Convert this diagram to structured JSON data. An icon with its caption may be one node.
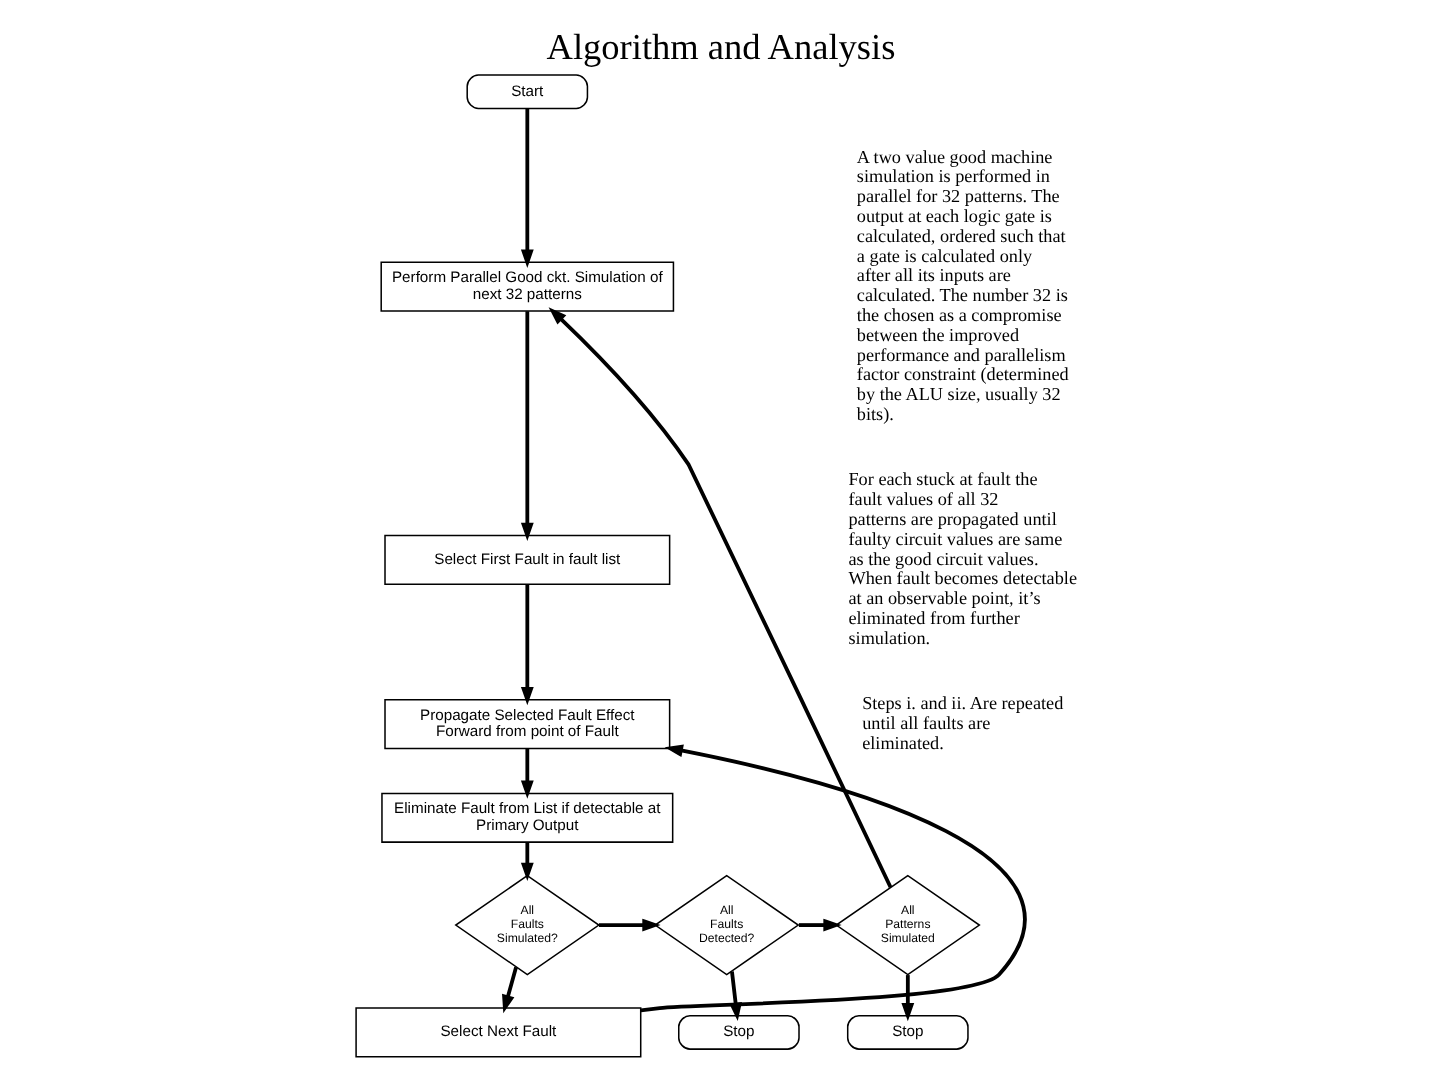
{
  "diagram": {
    "title": "Algorithm and Analysis",
    "nodes": [
      {
        "text": [
          "Start"
        ]
      },
      {
        "text": [
          "Perform Parallel Good ckt. Simulation of next 32 patterns"
        ]
      },
      {
        "text": [
          "Select First Fault in fault list"
        ]
      },
      {
        "text": [
          "Propagate Selected Fault Effect Forward from point of Fault"
        ]
      },
      {
        "text": [
          "Eliminate Fault from List if detectable at Primary Output"
        ]
      },
      {
        "text": [
          "All Faults Simulated?"
        ]
      },
      {
        "text": [
          "All Faults Detected?"
        ]
      },
      {
        "text": [
          "All Patterns Simulated"
        ]
      },
      {
        "text": [
          "Select Next Fault"
        ]
      },
      {
        "text": [
          "Stop"
        ]
      },
      {
        "text": [
          "Stop"
        ]
      }
    ],
    "edges": [
      {
        "from": 0,
        "to": 1,
        "arrow": "to"
      },
      {
        "from": 1,
        "to": 2,
        "arrow": "to"
      },
      {
        "from": 2,
        "to": 3,
        "arrow": "to"
      },
      {
        "from": 3,
        "to": 4,
        "arrow": "to"
      },
      {
        "from": 4,
        "to": 5,
        "arrow": "to"
      },
      {
        "from": 5,
        "to": 6,
        "arrow": "to"
      },
      {
        "from": 6,
        "to": 7,
        "arrow": "to"
      },
      {
        "from": 5,
        "to": 8,
        "arrow": "to"
      },
      {
        "from": 6,
        "to": 9,
        "arrow": "to"
      },
      {
        "from": 7,
        "to": 10,
        "arrow": "to"
      },
      {
        "from": 8,
        "to": 3,
        "arrow": "to"
      },
      {
        "from": 7,
        "to": 1,
        "arrow": "to"
      }
    ],
    "labels": [
      "A two value good machine simulation is performed in parallel for 32 patterns. The output at each logic gate is calculated, ordered such that a gate is calculated only after all its inputs are calculated. The number 32 is the chosen as a compromise between the improved performance and parallelism factor constraint (determined by the ALU size, usually 32 bits).",
      "For each stuck at fault the fault values of all 32 patterns are propagated until faulty circuit values are same as the good circuit values. When fault becomes detectable at an observable point, it’s eliminated from further simulation.",
      "Steps i. and ii. Are repeated until all faults are eliminated."
    ]
  }
}
